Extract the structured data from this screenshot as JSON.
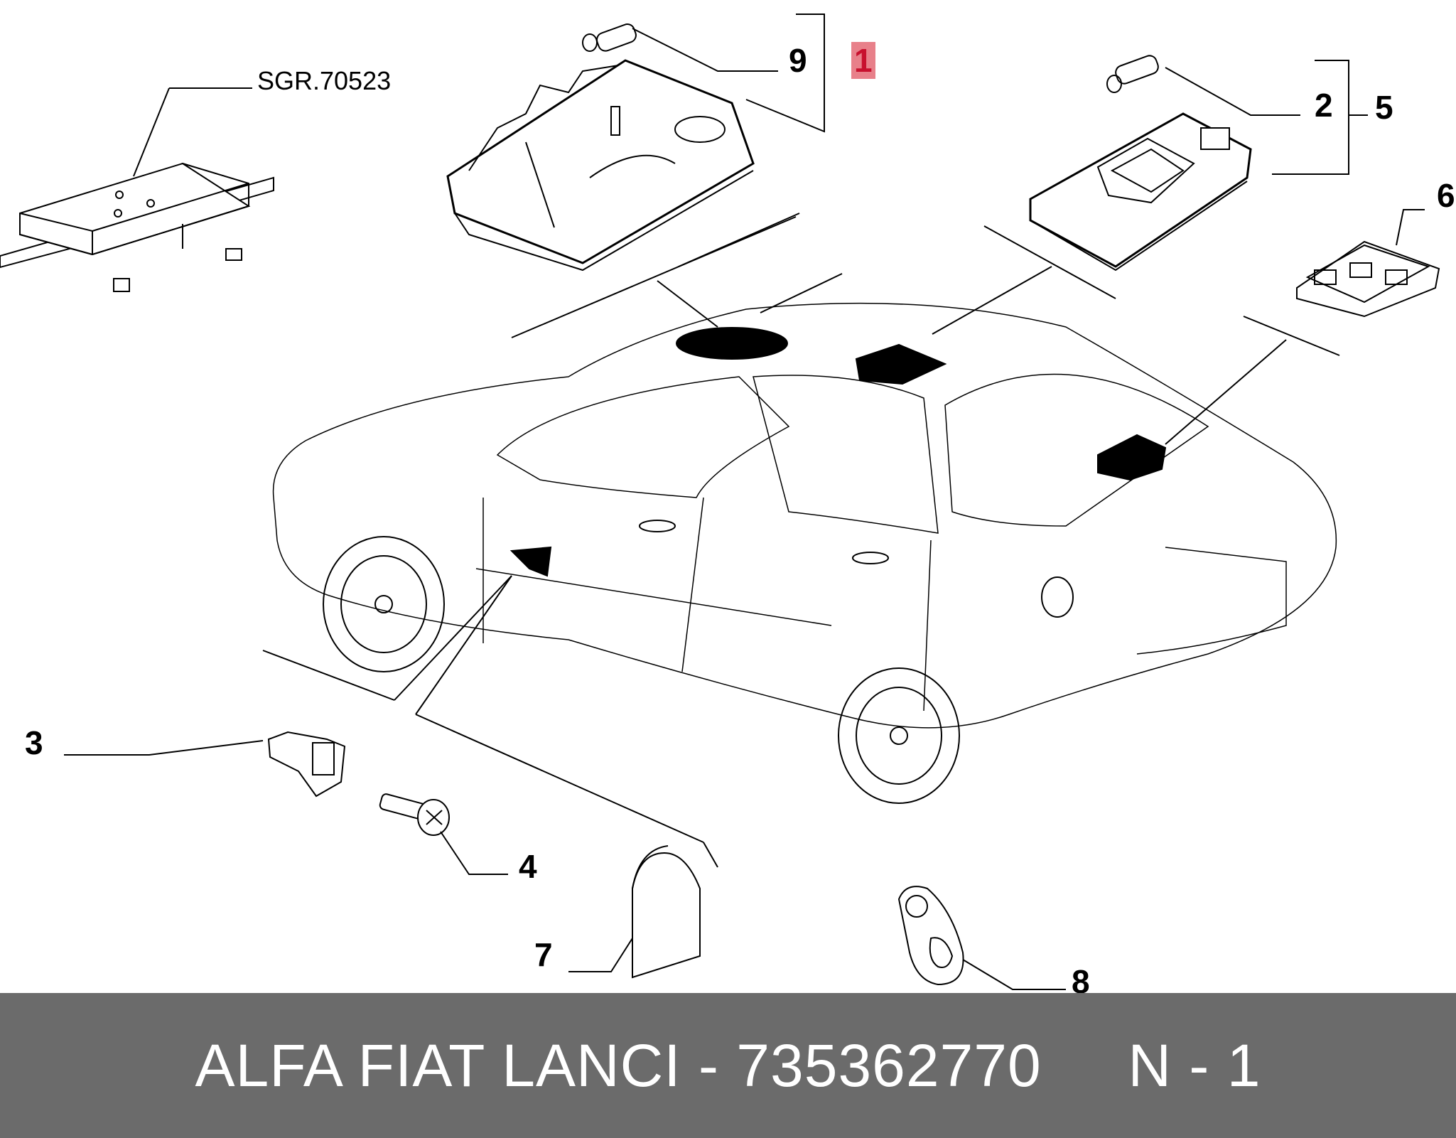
{
  "reference_label": "SGR.70523",
  "callouts": {
    "c1": "1",
    "c2": "2",
    "c3": "3",
    "c4": "4",
    "c5": "5",
    "c6": "6",
    "c7": "7",
    "c8": "8",
    "c9": "9"
  },
  "footer": {
    "text": "ALFA FIAT LANCI - 735362770     N - 1"
  },
  "colors": {
    "footer_bg": "#6b6b6b",
    "highlight": "#e8808a",
    "ink": "#000000"
  }
}
